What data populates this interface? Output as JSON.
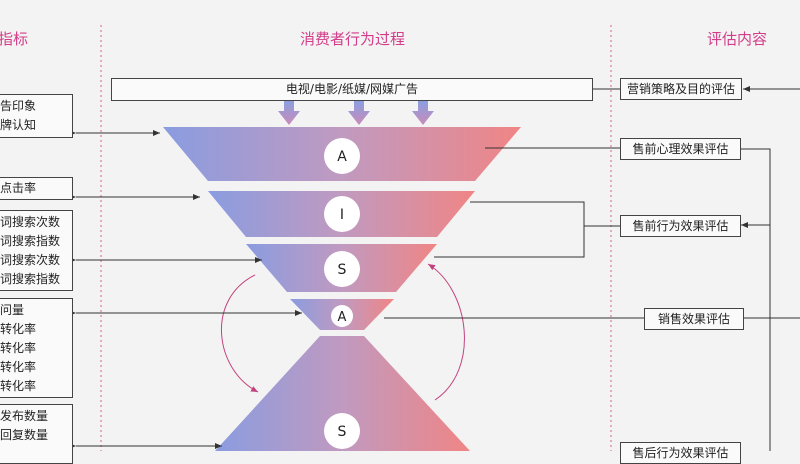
{
  "headers": {
    "left": "指标",
    "middle": "消费者行为过程",
    "right": "评估内容"
  },
  "ad_channels": "电视/电影/纸媒/网媒广告",
  "funnel_letters": [
    "A",
    "I",
    "S",
    "A",
    "S"
  ],
  "left_boxes": {
    "impression": [
      "告印象",
      "牌认知"
    ],
    "click": "点击率",
    "search": [
      "词搜索次数",
      "词搜索指数",
      "词搜索次数",
      "词搜索指数"
    ],
    "conversion": [
      "问量",
      "转化率",
      "转化率",
      "转化率",
      "转化率"
    ],
    "share": [
      "发布数量",
      "回复数量"
    ]
  },
  "right_boxes": {
    "strategy": "营销策略及目的评估",
    "pre_psych": "售前心理效果评估",
    "pre_behavior": "售前行为效果评估",
    "sales": "销售效果评估",
    "post_behavior": "售后行为效果评估"
  },
  "colors": {
    "header": "#d33c88",
    "funnel_left": "#8a9ce0",
    "funnel_right": "#f08585",
    "arrow_down": "#b48ac8",
    "curve": "#c2427e",
    "divider": "#d9608c"
  }
}
